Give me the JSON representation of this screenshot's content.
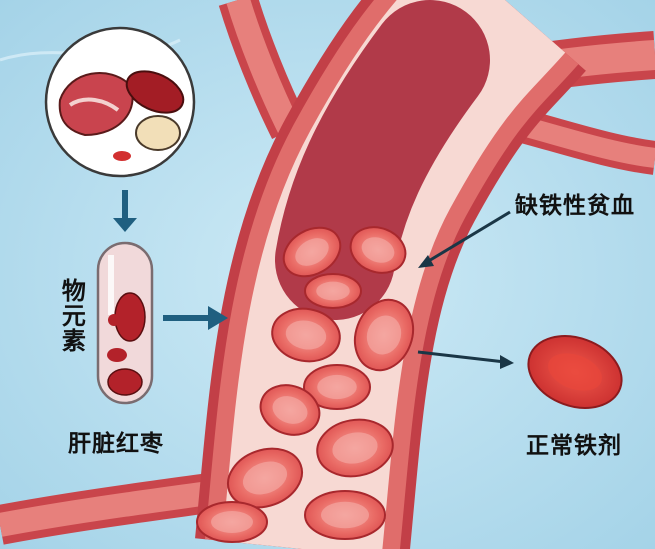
{
  "labels": {
    "anemia": "缺铁性贫血",
    "vertical_text": "物元素",
    "food_source": "肝脏红枣",
    "normal_iron": "正常铁剂"
  },
  "colors": {
    "background": "#bfe3f2",
    "vessel_wall": "#d9565a",
    "lumen": "#f7d9d3",
    "clot": "#a8283a",
    "cell": "#e8625f",
    "arrow": "#1f5f80"
  }
}
